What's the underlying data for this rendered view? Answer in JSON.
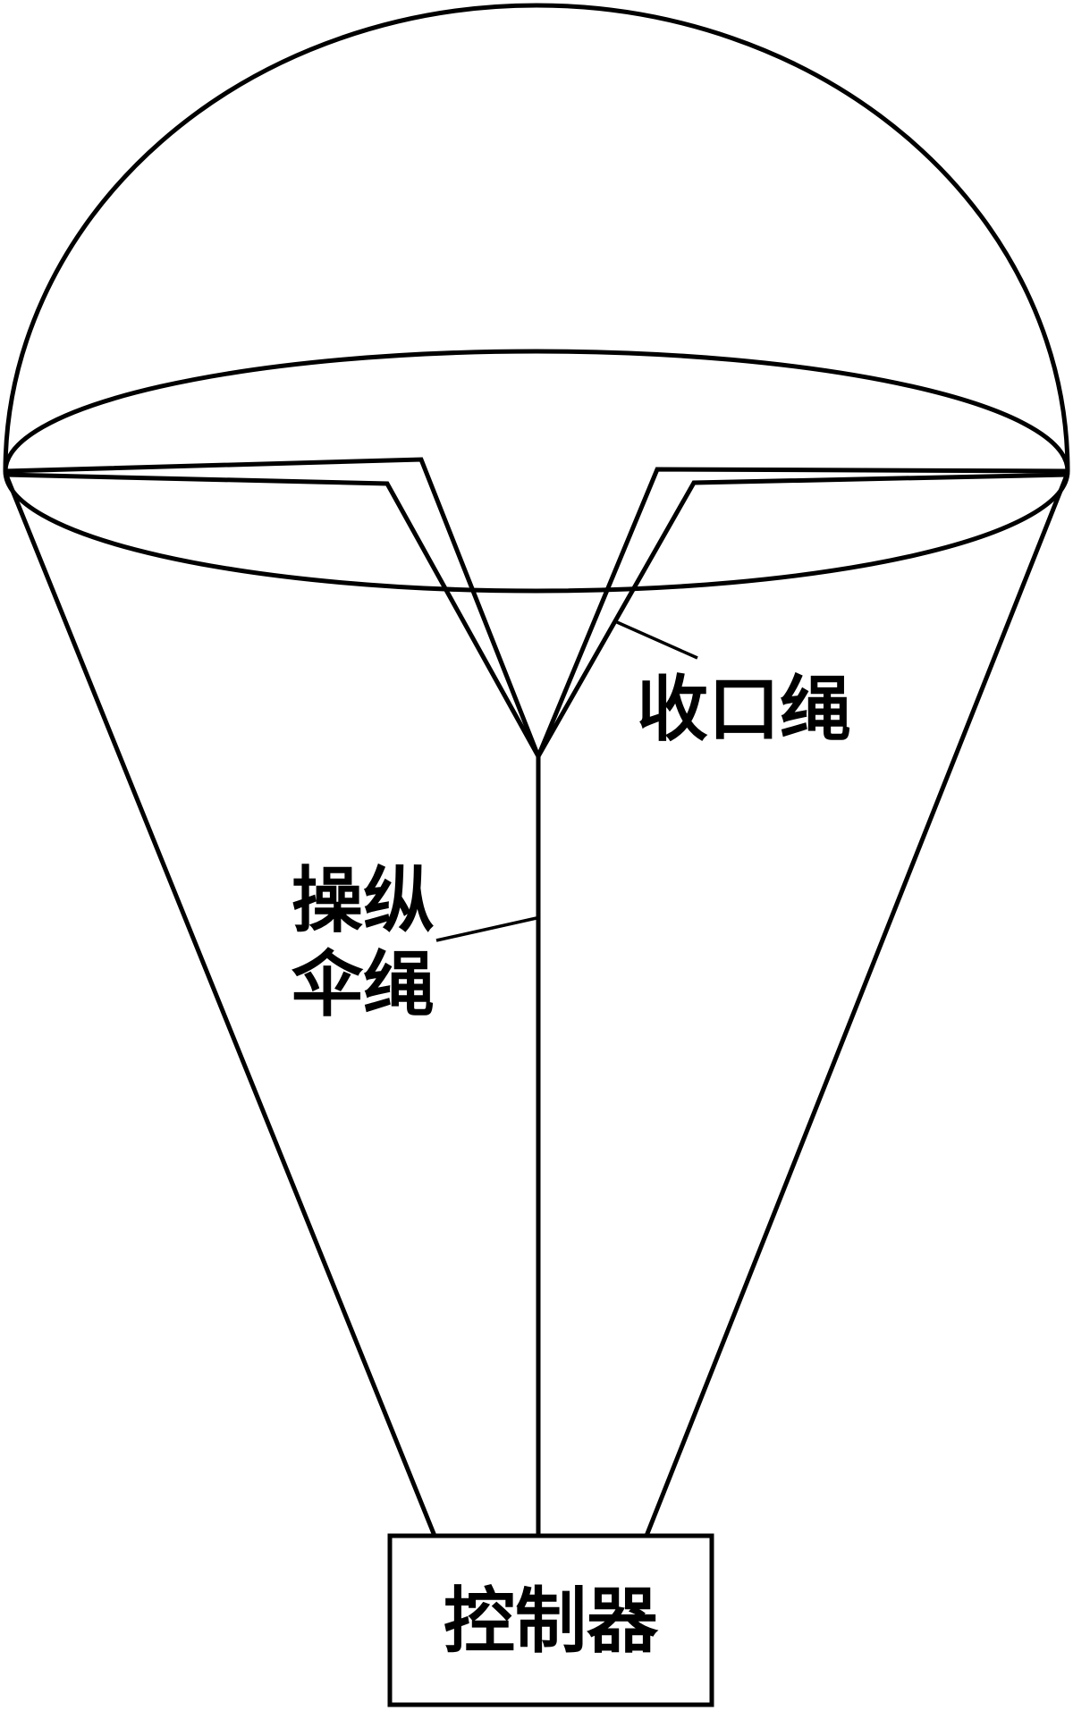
{
  "labels": {
    "closing_line": "收口绳",
    "steering_line": [
      "操纵",
      "伞绳"
    ],
    "controller": "控制器"
  },
  "colors": {
    "line": "#000000",
    "background": "#ffffff"
  }
}
